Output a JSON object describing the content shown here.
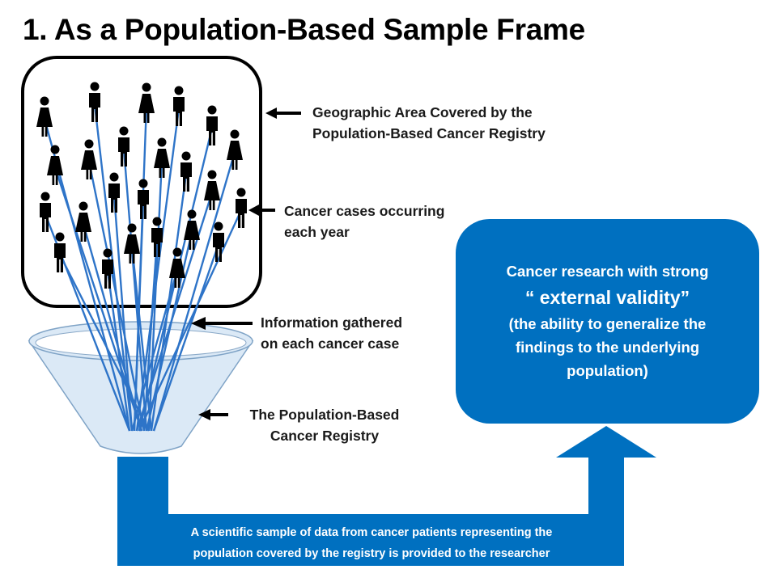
{
  "title": "1. As a Population-Based Sample Frame",
  "labels": {
    "geographic_area_line1": "Geographic Area Covered by the",
    "geographic_area_line2": "Population-Based Cancer Registry",
    "cancer_cases_line1": "Cancer cases occurring",
    "cancer_cases_line2": "each year",
    "information_line1": "Information gathered",
    "information_line2": "on each cancer case",
    "registry_line1": "The Population-Based",
    "registry_line2": "Cancer Registry"
  },
  "research_box": {
    "line1": "Cancer research with strong",
    "line2": "“ external validity”",
    "line3": "(the ability to generalize the",
    "line4": "findings to the underlying",
    "line5": "population)"
  },
  "bottom_arrow": {
    "line1": "A scientific sample of data from cancer patients representing the",
    "line2": "population  covered by the registry is provided to the researcher"
  },
  "colors": {
    "primary_blue": "#0070c0",
    "funnel_fill": "#dbe9f6",
    "funnel_stroke": "#7fa3c6",
    "ray_blue": "#2e74c8",
    "person": "#000000"
  }
}
